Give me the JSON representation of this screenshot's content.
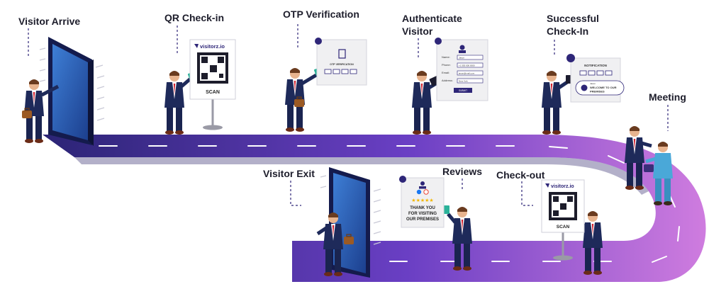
{
  "steps": {
    "visitor_arrive": "Visitor Arrive",
    "qr_checkin": "QR Check-in",
    "otp_verification": "OTP Verification",
    "authenticate_line1": "Authenticate",
    "authenticate_line2": "Visitor",
    "successful_line1": "Successful",
    "successful_line2": "Check-In",
    "meeting": "Meeting",
    "visitor_exit": "Visitor Exit",
    "reviews": "Reviews",
    "checkout": "Check-out"
  },
  "qr_sign": {
    "brand": "visitorz.io",
    "scan": "SCAN"
  },
  "otp_card": {
    "title": "OTP VERIFICATION"
  },
  "auth_card": {
    "fields": [
      "Name:",
      "Phone:",
      "Email:",
      "Address:"
    ],
    "values": [
      "Jason",
      "+1 555 000 0000",
      "jason@mail.com",
      "New York"
    ],
    "button": "SUBMIT"
  },
  "notification_card": {
    "title": "NOTIFICATION",
    "toast_small": "Jason",
    "toast_line1": "WELCOME TO OUR",
    "toast_line2": "PREMISES"
  },
  "review_card": {
    "stars": "★★★★★",
    "line1": "THANK YOU",
    "line2": "FOR VISITING",
    "line3": "OUR PREMISES"
  },
  "colors": {
    "road_start": "#2e2678",
    "road_end": "#cf7cdf",
    "label": "#1d1d2b",
    "suit": "#1e2a5a"
  }
}
